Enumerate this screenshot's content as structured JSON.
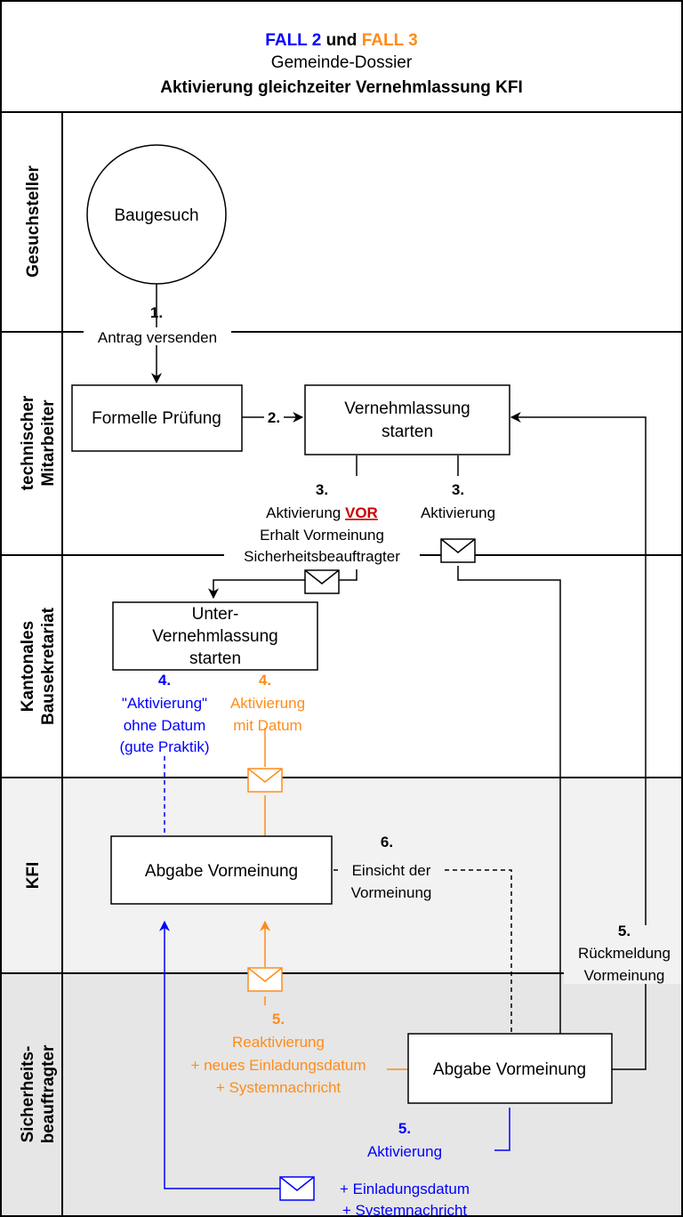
{
  "header": {
    "fall2": "FALL 2",
    "und": " und ",
    "fall3": "FALL 3",
    "line2": "Gemeinde-Dossier",
    "line3": "Aktivierung gleichzeiter Vernehmlassung KFI"
  },
  "lanes": {
    "gesuchsteller": "Gesuchsteller",
    "tech_1": "technischer",
    "tech_2": "Mitarbeiter",
    "kanton_1": "Kantonales",
    "kanton_2": "Bausekretariat",
    "kfi": "KFI",
    "sicher_1": "Sicherheits-",
    "sicher_2": "beauftragter"
  },
  "nodes": {
    "baugesuch": "Baugesuch",
    "formelle_pruefung": "Formelle Prüfung",
    "vernehmlassung_1": "Vernehmlassung",
    "vernehmlassung_2": "starten",
    "unter_1": "Unter-",
    "unter_2": "Vernehmlassung",
    "unter_3": "starten",
    "abgabe_kfi": "Abgabe Vormeinung",
    "abgabe_sb": "Abgabe Vormeinung"
  },
  "labels": {
    "step1_num": "1.",
    "step1_text": "Antrag versenden",
    "step2_num": "2.",
    "step3a_num": "3.",
    "step3a_l1_pre": "Aktivierung ",
    "step3a_l1_vor": "VOR",
    "step3a_l2": "Erhalt Vormeinung",
    "step3a_l3": "Sicherheitsbeauftragter",
    "step3b_num": "3.",
    "step3b_text": "Aktivierung",
    "step4b_num": "4.",
    "step4b_l1": "\"Aktivierung\"",
    "step4b_l2": "ohne Datum",
    "step4b_l3": "(gute Praktik)",
    "step4o_num": "4.",
    "step4o_l1": "Aktivierung",
    "step4o_l2": "mit Datum",
    "step6_num": "6.",
    "step6_l1": "Einsicht der",
    "step6_l2": "Vormeinung",
    "step5r_num": "5.",
    "step5r_l1": "Rückmeldung",
    "step5r_l2": "Vormeinung",
    "step5o_num": "5.",
    "step5o_l1": "Reaktivierung",
    "step5o_l2": "+ neues Einladungsdatum",
    "step5o_l3": "+ Systemnachricht",
    "step5b_num": "5.",
    "step5b_l1": "Aktivierung",
    "step5b_l2": "+ Einladungsdatum",
    "step5b_l3": "+ Systemnachricht"
  },
  "colors": {
    "blue": "#0000ff",
    "orange": "#ff8c1a",
    "red": "#cc0000",
    "lane_gray": "#f2f2f2",
    "lane_gray2": "#e6e6e6"
  }
}
